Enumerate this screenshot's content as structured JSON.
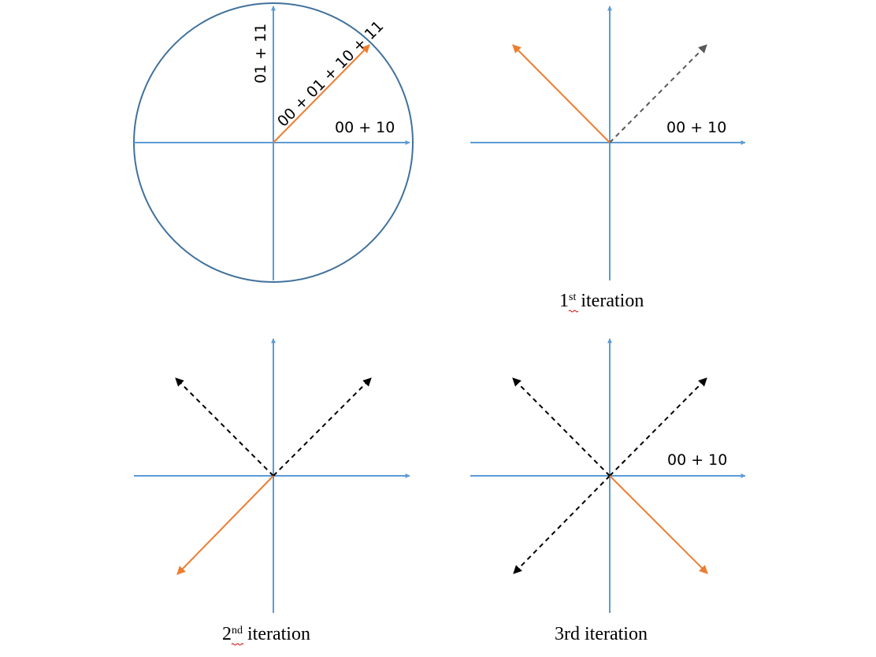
{
  "colors": {
    "axis": "#5b9bd5",
    "circle": "#41719c",
    "state_vector": "#ed7d31",
    "reflection_dashed": "#000000",
    "previous_dashed": "#595959"
  },
  "panel_initial": {
    "vertical_axis_label": "01 + 11",
    "diagonal_label": "00 + 01 + 10 + 11",
    "horizontal_axis_label": "00 + 10"
  },
  "panel_iteration1": {
    "horizontal_axis_label": "00 + 10",
    "caption_number": "1",
    "caption_suffix": "st",
    "caption_word": " iteration"
  },
  "panel_iteration2": {
    "caption_number": "2",
    "caption_suffix": "nd",
    "caption_word": " iteration"
  },
  "panel_iteration3": {
    "horizontal_axis_label": "00 + 10",
    "caption": "3rd iteration"
  }
}
